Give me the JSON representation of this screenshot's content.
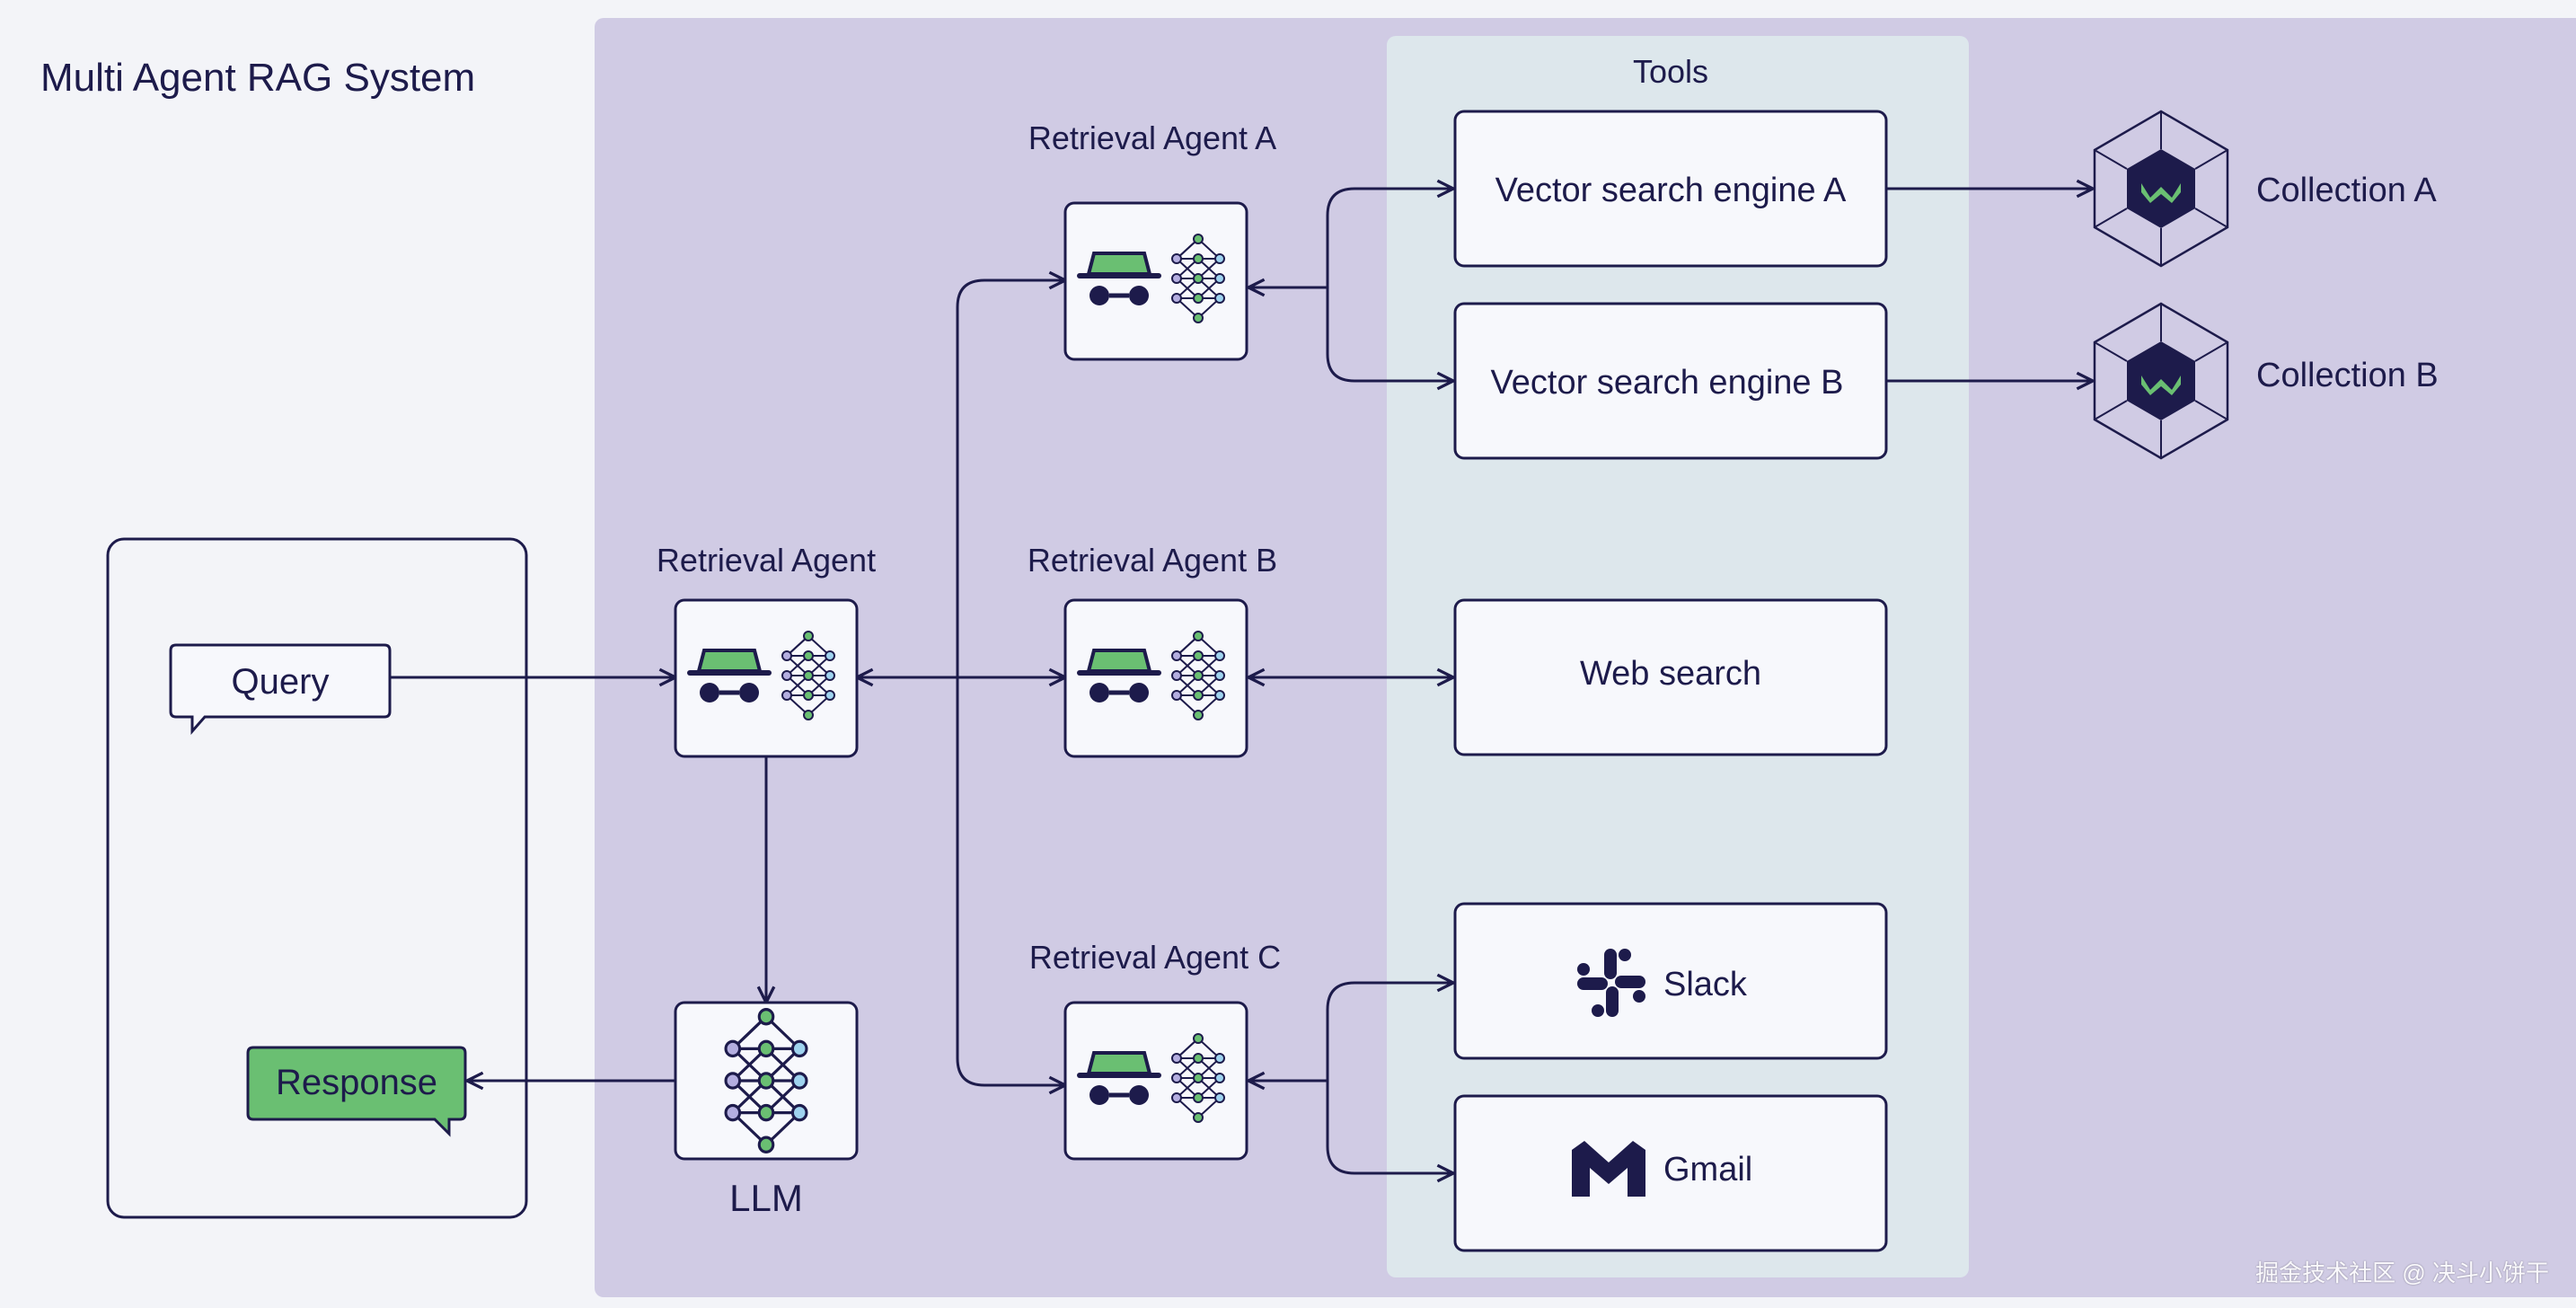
{
  "title": "Multi Agent RAG System",
  "query": "Query",
  "response": "Response",
  "llm": "LLM",
  "tools_label": "Tools",
  "agents": {
    "main": "Retrieval Agent",
    "a": "Retrieval Agent A",
    "b": "Retrieval Agent B",
    "c": "Retrieval Agent C"
  },
  "tools": {
    "vector_a": "Vector search engine A",
    "vector_b": "Vector search engine B",
    "web": "Web search",
    "slack": "Slack",
    "gmail": "Gmail"
  },
  "collections": {
    "a": "Collection A",
    "b": "Collection B"
  },
  "watermark": "掘金技术社区 @ 决斗小饼干",
  "colors": {
    "panel": "#d0cbe4",
    "tools_panel": "#dde7ec",
    "box": "#f7f8fc",
    "stroke": "#1d1b4b",
    "accent_green": "#6abf72",
    "node_blue": "#9fd3ef",
    "node_purple": "#b4aee0"
  },
  "icons": {
    "agent": "spy-agent-icon",
    "network": "neural-network-icon",
    "collection": "weaviate-logo-icon",
    "slack": "slack-icon",
    "gmail": "gmail-icon"
  }
}
